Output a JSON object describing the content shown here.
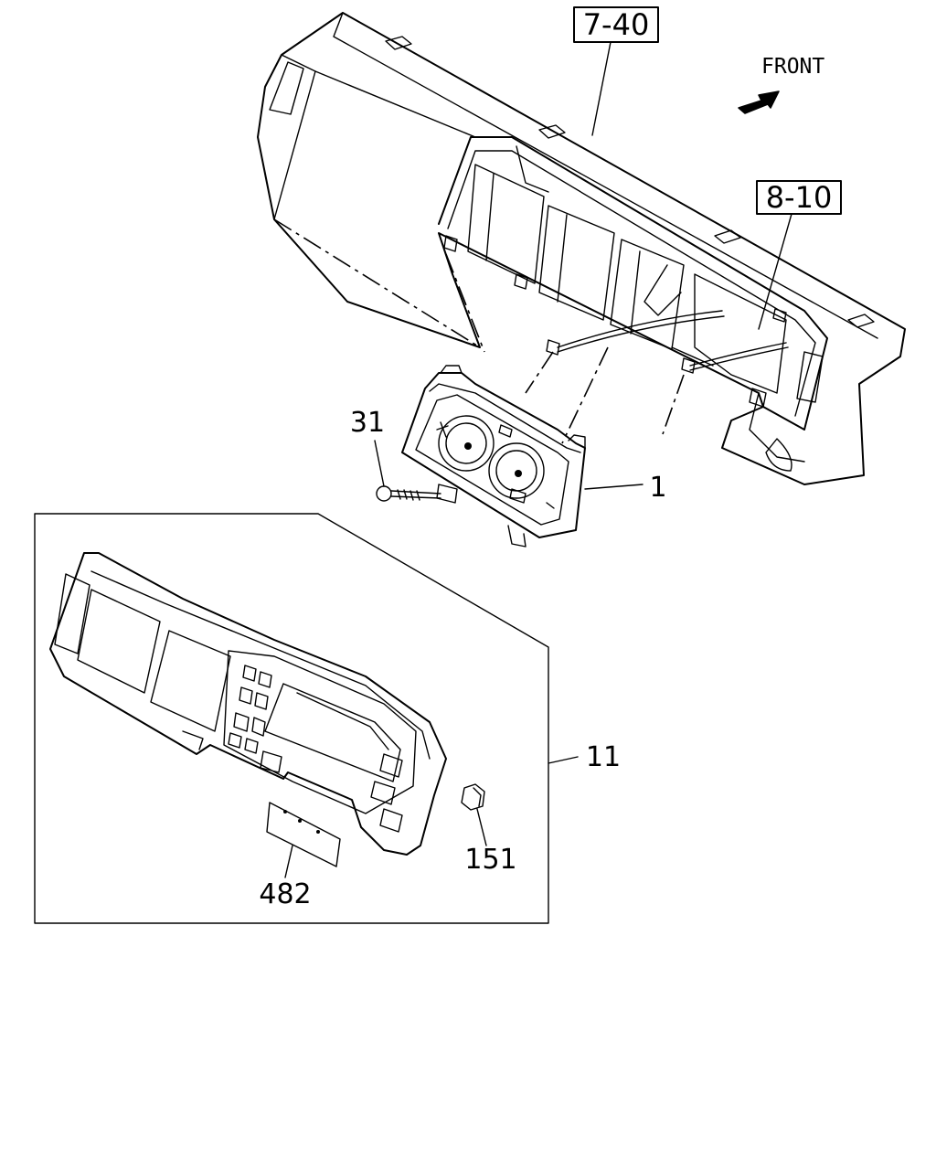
{
  "diagram": {
    "direction_label": "FRONT",
    "refs": {
      "ref_7_40": "7-40",
      "ref_8_10": "8-10"
    },
    "callouts": {
      "c1": "1",
      "c11": "11",
      "c31": "31",
      "c151": "151",
      "c482": "482"
    }
  }
}
